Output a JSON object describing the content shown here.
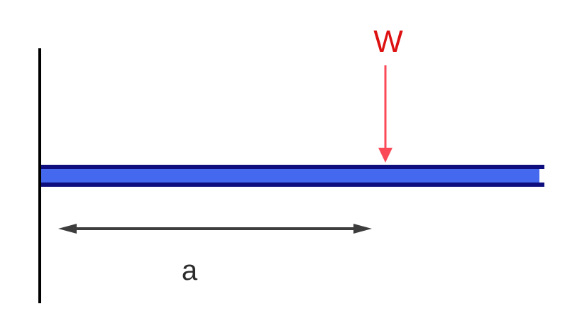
{
  "diagram": {
    "type": "cantilever-beam-load-diagram",
    "labels": {
      "load": "W",
      "dimension": "a"
    },
    "icons": {
      "load_arrow": "down-arrow-icon",
      "dimension_arrow": "left-right-double-arrow-icon"
    },
    "colors": {
      "background": "#ffffff",
      "wall": "#000000",
      "beam_fill": "#4468ee",
      "beam_border": "#0e0e7e",
      "load_label": "#dd1111",
      "load_arrow": "#fa4a58",
      "dimension_arrow": "#3d3d3d",
      "dimension_label": "#2b2b2b"
    }
  }
}
